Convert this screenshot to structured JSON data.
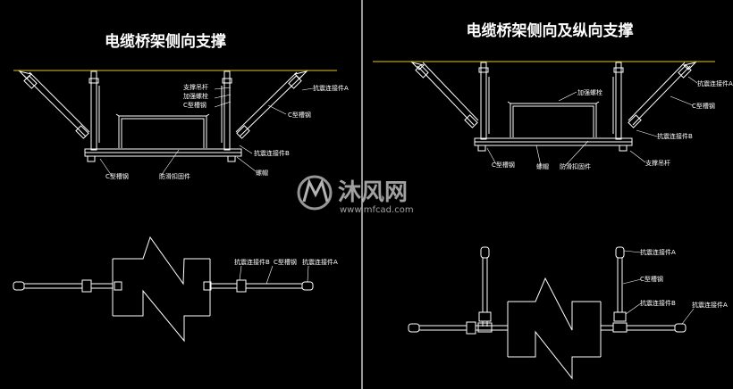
{
  "left_panel": {
    "title": "电缆桥架侧向支撑",
    "labels": {
      "support_hanger": "支撑吊杆",
      "anchor_bolt": "加强螺栓",
      "c_channel_top": "C型槽钢",
      "seismic_connector_a_top": "抗震连接件A",
      "c_channel_right": "C型槽钢",
      "seismic_connector_b_top": "抗震连接件B",
      "nut": "螺帽",
      "c_channel_bottom": "C型槽钢",
      "anti_slip_fitting": "防滑扣固件",
      "seismic_connector_b_plan": "抗震连接件B",
      "c_channel_plan": "C型槽钢",
      "seismic_connector_a_plan": "抗震连接件A"
    }
  },
  "right_panel": {
    "title": "电缆桥架侧向及纵向支撑",
    "labels": {
      "seismic_connector_a_top": "抗震连接件A",
      "anchor_bolt": "加强螺栓",
      "c_channel_right": "C型槽钢",
      "seismic_connector_b_top": "抗震连接件B",
      "c_channel_bottom": "C型槽钢",
      "nut": "螺帽",
      "anti_slip_fitting": "防滑扣固件",
      "support_hanger": "支撑吊杆",
      "seismic_connector_a_plan": "抗震连接件A",
      "c_channel_plan": "C型槽钢",
      "seismic_connector_b_plan": "抗震连接件B",
      "seismic_connector_a_plan_far": "抗震连接件A"
    }
  },
  "watermark": {
    "brand": "沐风网",
    "url": "www.mfcad.com"
  },
  "colors": {
    "background": "#000000",
    "ceiling_line": "#b4a020",
    "drawing": "#ffffff",
    "divider": "#ffffff"
  }
}
